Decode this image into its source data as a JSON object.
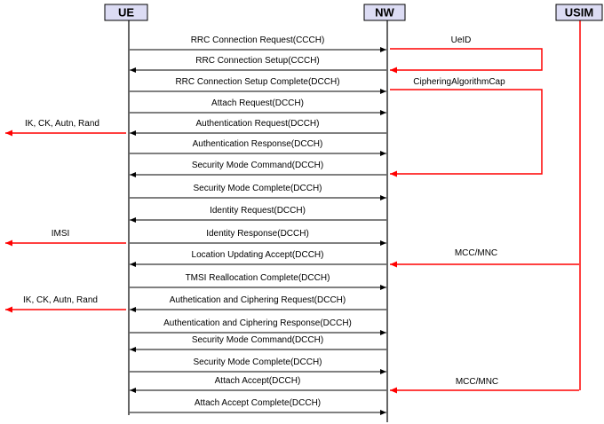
{
  "entities": [
    {
      "id": "ue",
      "label": "UE"
    },
    {
      "id": "nw",
      "label": "NW"
    },
    {
      "id": "usim",
      "label": "USIM"
    }
  ],
  "messages": [
    {
      "label": "RRC Connection Request(CCCH)",
      "dir": "right"
    },
    {
      "label": "RRC Connection Setup(CCCH)",
      "dir": "left"
    },
    {
      "label": "RRC Connection Setup Complete(DCCH)",
      "dir": "right"
    },
    {
      "label": "Attach Request(DCCH)",
      "dir": "right"
    },
    {
      "label": "Authentication Request(DCCH)",
      "dir": "left"
    },
    {
      "label": "Authentication Response(DCCH)",
      "dir": "right"
    },
    {
      "label": "Security Mode Command(DCCH)",
      "dir": "left"
    },
    {
      "label": "Security Mode Complete(DCCH)",
      "dir": "right"
    },
    {
      "label": "Identity Request(DCCH)",
      "dir": "left"
    },
    {
      "label": "Identity Response(DCCH)",
      "dir": "right"
    },
    {
      "label": "Location Updating Accept(DCCH)",
      "dir": "left"
    },
    {
      "label": "TMSI Reallocation Complete(DCCH)",
      "dir": "right"
    },
    {
      "label": "Authetication and Ciphering Request(DCCH)",
      "dir": "left"
    },
    {
      "label": "Authentication and Ciphering Response(DCCH)",
      "dir": "right"
    },
    {
      "label": "Security Mode Command(DCCH)",
      "dir": "left"
    },
    {
      "label": "Security Mode Complete(DCCH)",
      "dir": "right"
    },
    {
      "label": "Attach Accept(DCCH)",
      "dir": "left"
    },
    {
      "label": "Attach Accept Complete(DCCH)",
      "dir": "right"
    }
  ],
  "outputs": [
    {
      "label": "IK, CK, Autn, Rand"
    },
    {
      "label": "IMSI"
    },
    {
      "label": "IK, CK, Autn, Rand"
    }
  ],
  "usim_paths": [
    {
      "label": "UeID"
    },
    {
      "label": "CipheringAlgorithmCap"
    },
    {
      "label": "MCC/MNC"
    },
    {
      "label": "MCC/MNC"
    }
  ],
  "colors": {
    "entity_fill": "#dcdcf4",
    "line": "#000000",
    "highlight": "#ff0000"
  }
}
